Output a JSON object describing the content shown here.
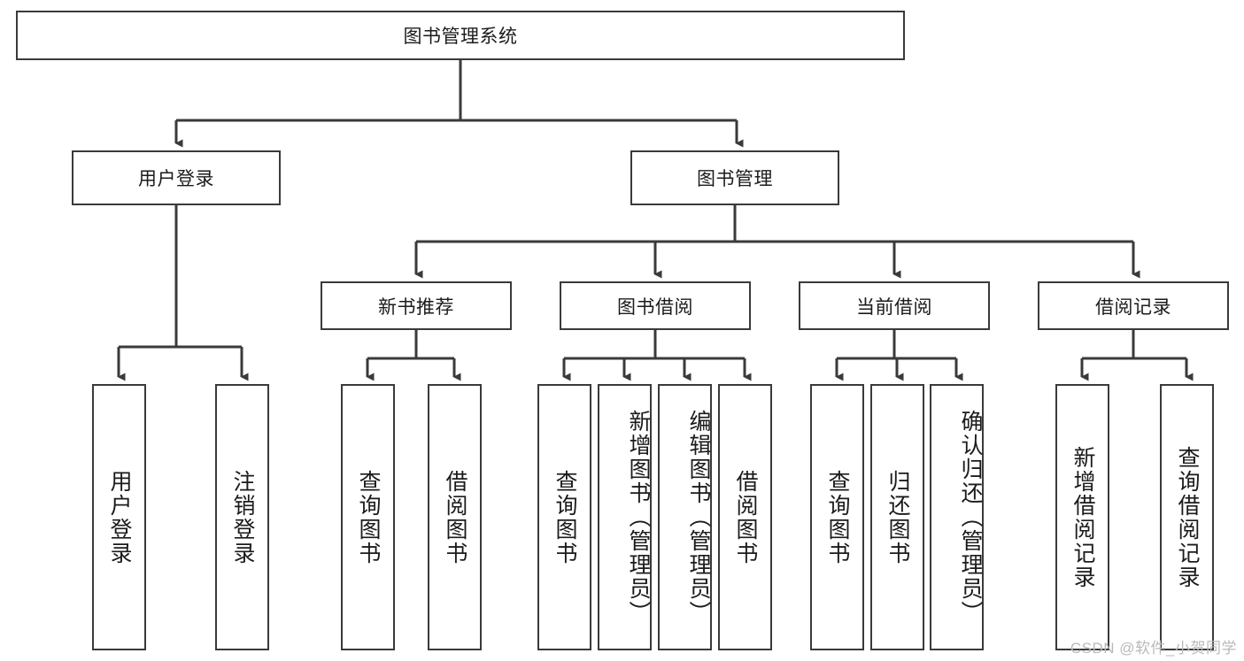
{
  "diagram": {
    "title": "图书管理系统",
    "type": "hierarchy-tree",
    "watermark": "CSDN @软件_小贺同学",
    "colors": {
      "box_border": "#3a3a3a",
      "box_fill": "#ffffff",
      "connector": "#3a3a3a",
      "text": "#1b1b1b",
      "watermark": "#b9b9b9"
    },
    "root": {
      "label": "图书管理系统"
    },
    "level2": [
      {
        "label": "用户登录"
      },
      {
        "label": "图书管理"
      }
    ],
    "level3": [
      {
        "label": "新书推荐"
      },
      {
        "label": "图书借阅"
      },
      {
        "label": "当前借阅"
      },
      {
        "label": "借阅记录"
      }
    ],
    "leaves": {
      "user_login": [
        {
          "label": "用户登录"
        },
        {
          "label": "注销登录"
        }
      ],
      "new_book_recommend": [
        {
          "label": "查询图书"
        },
        {
          "label": "借阅图书"
        }
      ],
      "book_borrow": [
        {
          "label": "查询图书"
        },
        {
          "label": "新增图书（管理员）"
        },
        {
          "label": "编辑图书（管理员）"
        },
        {
          "label": "借阅图书"
        }
      ],
      "current_borrow": [
        {
          "label": "查询图书"
        },
        {
          "label": "归还图书"
        },
        {
          "label": "确认归还（管理员）"
        }
      ],
      "borrow_record": [
        {
          "label": "新增借阅记录"
        },
        {
          "label": "查询借阅记录"
        }
      ]
    }
  }
}
